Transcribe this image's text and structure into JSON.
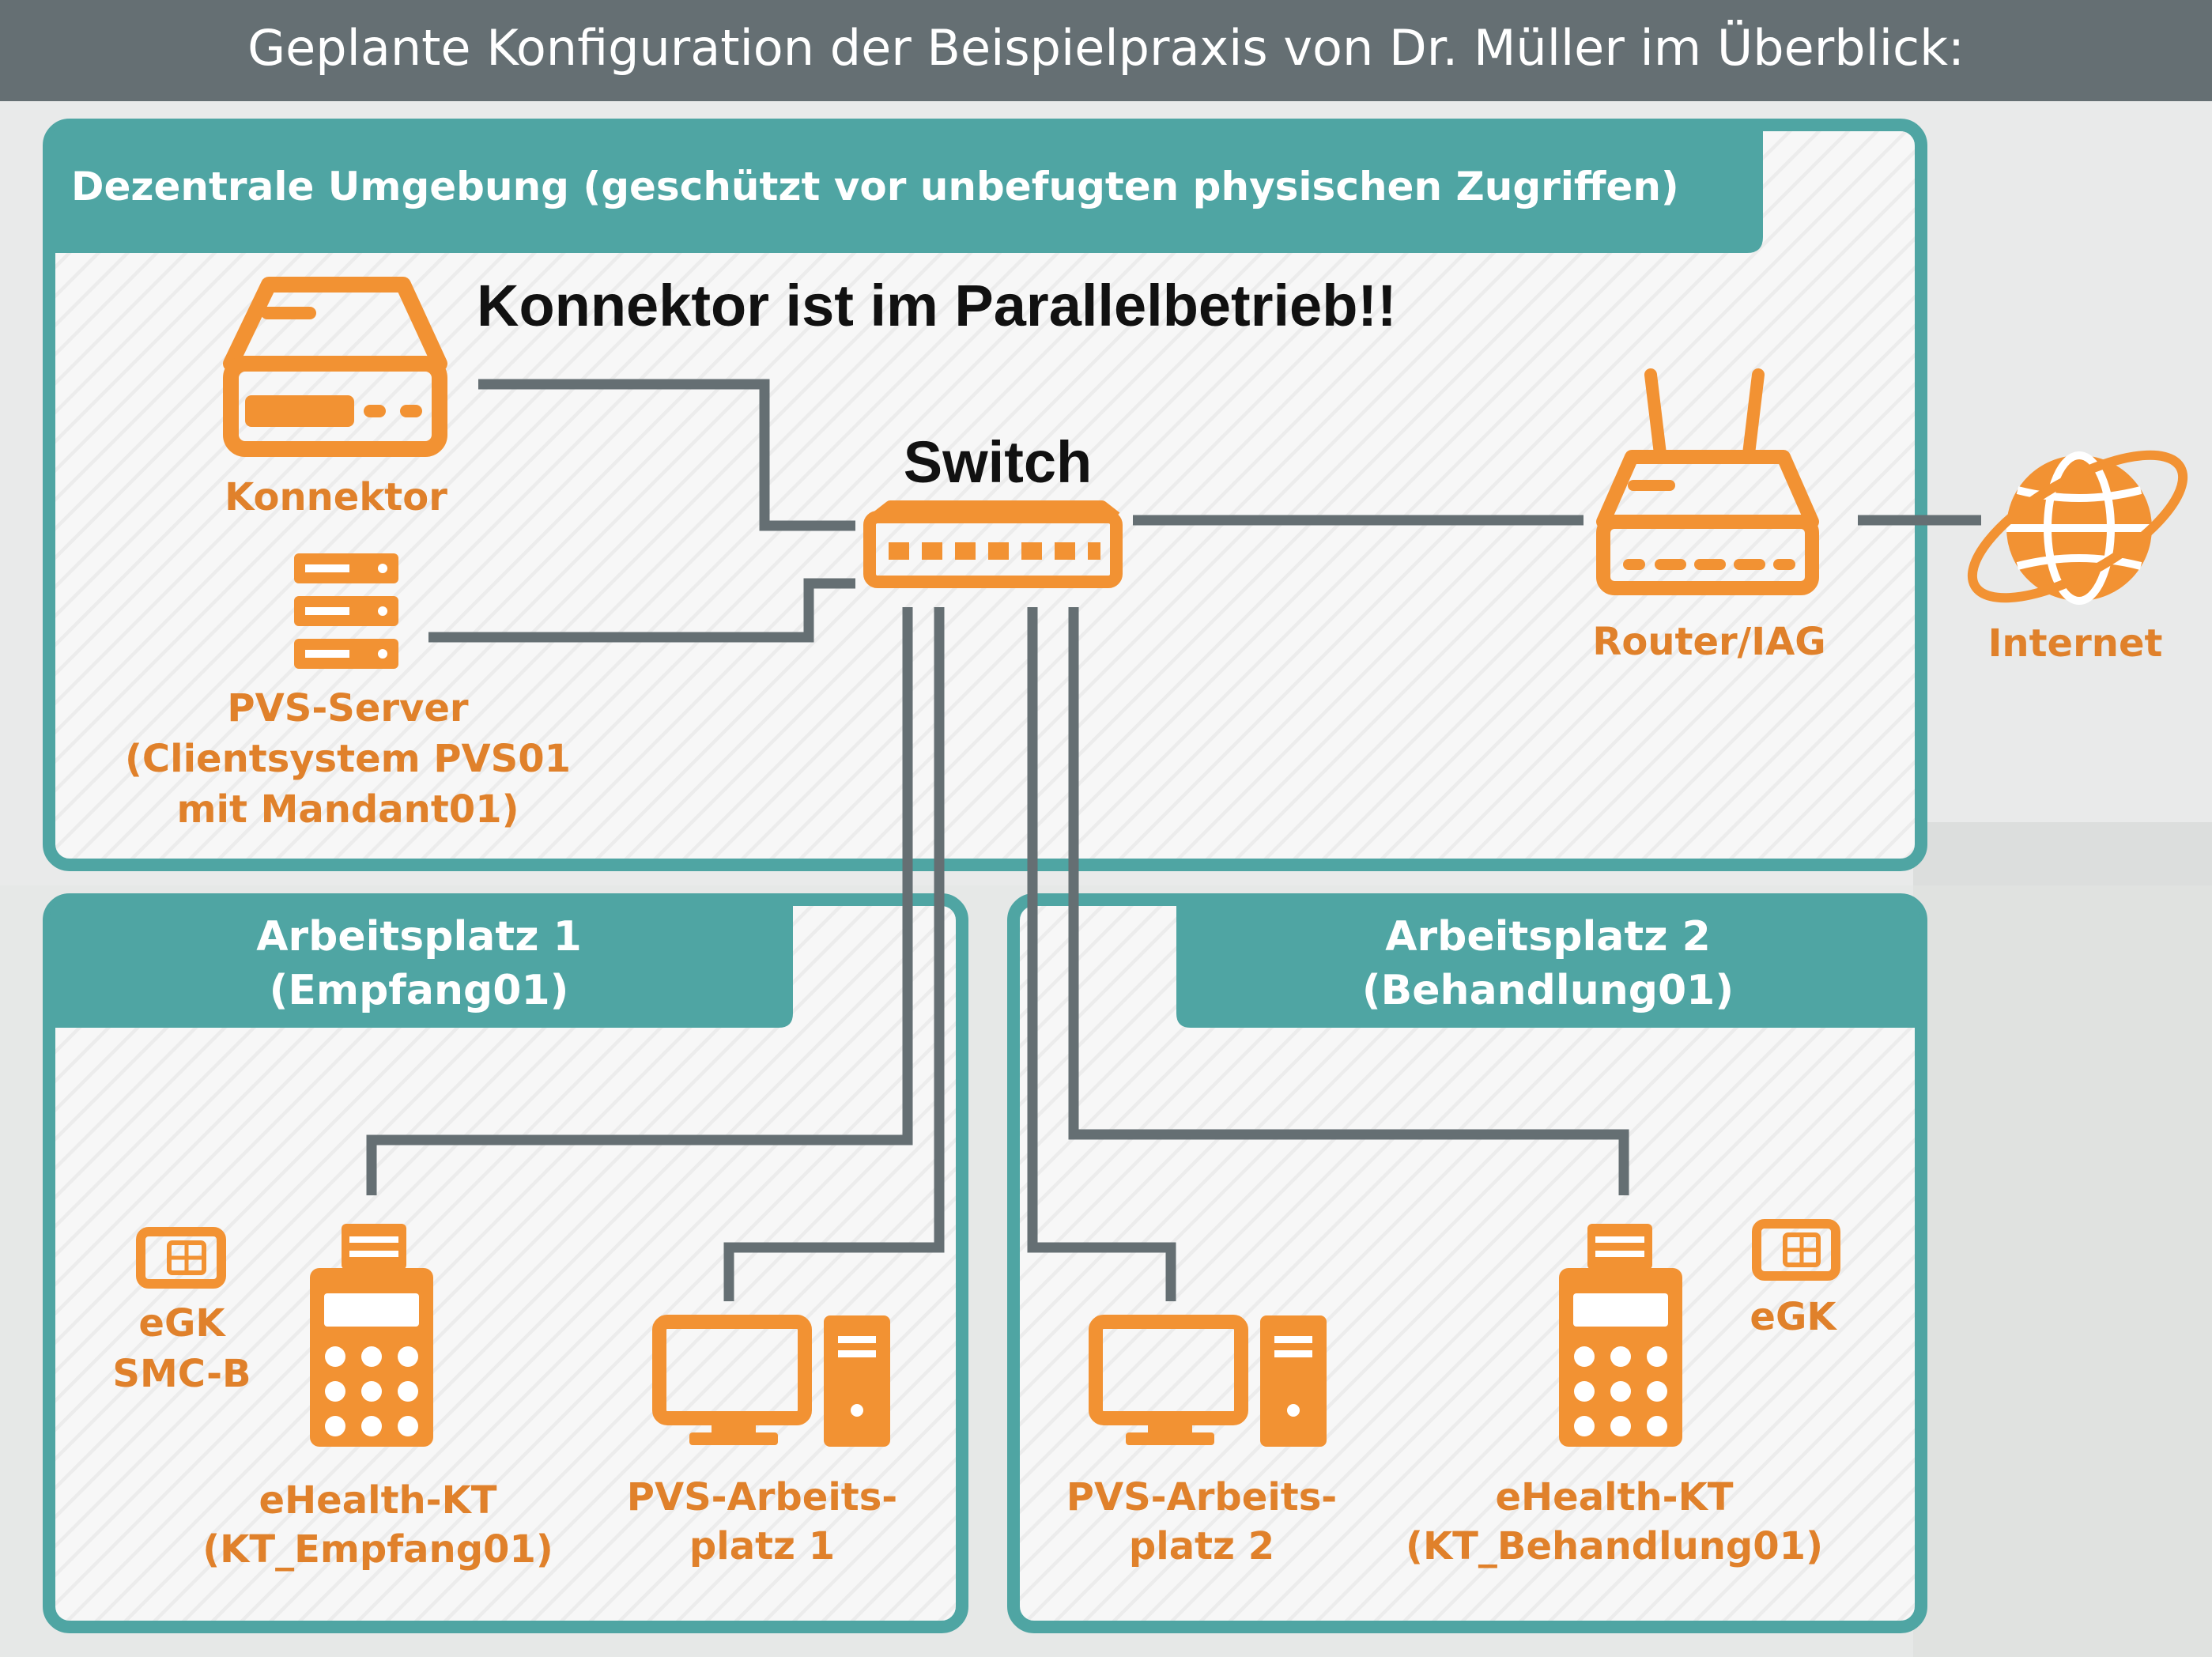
{
  "header": {
    "title": "Geplante Konfiguration der Beispielpraxis von Dr. Müller im Überblick:"
  },
  "zones": {
    "central": {
      "title": "Dezentrale Umgebung (geschützt vor unbefugten physischen Zugriffen)",
      "note": "Konnektor ist im Parallelbetrieb!!"
    },
    "workstation1": {
      "title_line1": "Arbeitsplatz 1",
      "title_line2": "(Empfang01)"
    },
    "workstation2": {
      "title_line1": "Arbeitsplatz 2",
      "title_line2": "(Behandlung01)"
    }
  },
  "devices": {
    "konnektor": {
      "label": "Konnektor"
    },
    "pvs_server": {
      "label_line1": "PVS-Server",
      "label_line2": "(Clientsystem PVS01",
      "label_line3": "mit Mandant01)"
    },
    "switch": {
      "label": "Switch"
    },
    "router": {
      "label": "Router/IAG"
    },
    "internet": {
      "label": "Internet"
    },
    "card1": {
      "label_line1": "eGK",
      "label_line2": "SMC-B"
    },
    "kt1": {
      "label_line1": "eHealth-KT",
      "label_line2": "(KT_Empfang01)"
    },
    "pc1": {
      "label_line1": "PVS-Arbeits-",
      "label_line2": "platz 1"
    },
    "pc2": {
      "label_line1": "PVS-Arbeits-",
      "label_line2": "platz 2"
    },
    "kt2": {
      "label_line1": "eHealth-KT",
      "label_line2": "(KT_Behandlung01)"
    },
    "card2": {
      "label": "eGK"
    }
  },
  "colors": {
    "header_bar": "#656f73",
    "teal": "#4fa5a3",
    "orange": "#f29233",
    "orange_text": "#e0812b",
    "line": "#656f73",
    "panel": "#f6f6f6"
  }
}
